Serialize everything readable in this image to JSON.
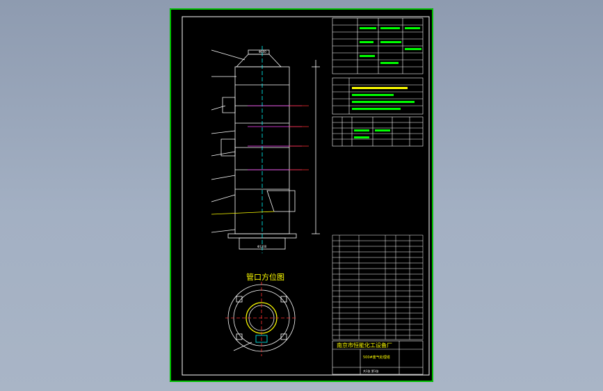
{
  "window": {
    "background_top": "#8e9bb0",
    "background_bottom": "#a9b5c6"
  },
  "drawing": {
    "sheet_color": "#000000",
    "frame_color": "#00ff00",
    "border_color": "#ffffff",
    "text_yellow": "#ffff00",
    "text_green": "#00ff00",
    "line_red": "#ff3030",
    "line_magenta": "#ff40ff",
    "line_cyan": "#00ffff"
  },
  "view": {
    "title": "管口方位图"
  },
  "title_block": {
    "company": "南京市恒能化工设备厂",
    "drawing_name": "500#废气处理塔",
    "sheet_label": "共1张 第1张"
  },
  "dims": {
    "top_label": "Φ800",
    "bottom_label": "Φ1200"
  }
}
